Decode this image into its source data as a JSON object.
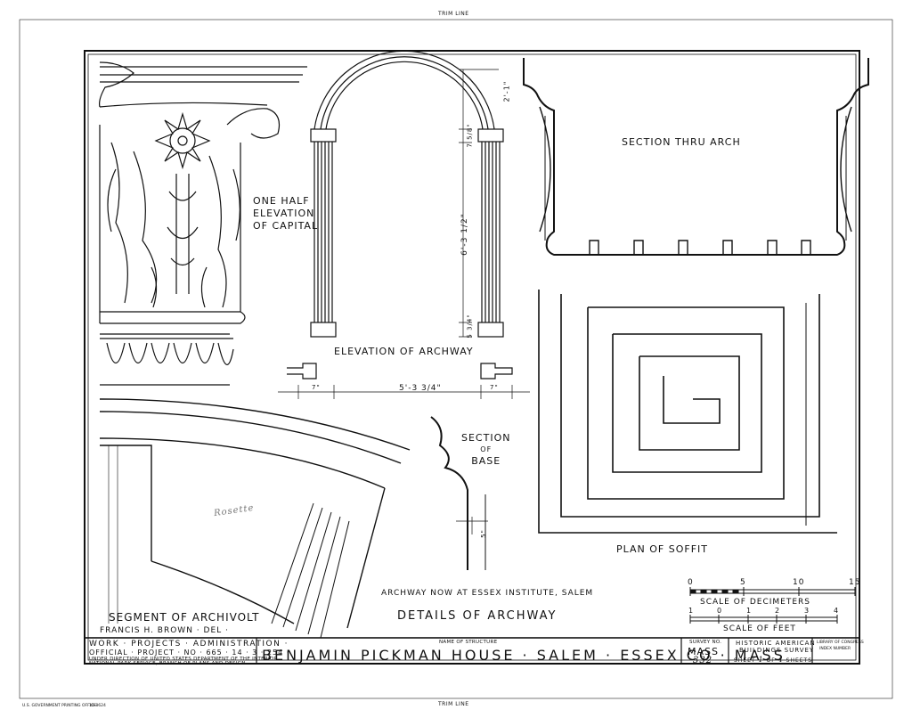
{
  "trim_line": "TRIM LINE",
  "labels": {
    "half_elevation": [
      "ONE HALF",
      "ELEVATION",
      "OF CAPITAL"
    ],
    "elevation_archway": "ELEVATION OF ARCHWAY",
    "section_arch": "SECTION THRU ARCH",
    "section_base": [
      "SECTION",
      "OF",
      "BASE"
    ],
    "plan_soffit": "PLAN OF SOFFIT",
    "segment_archivolt": "SEGMENT OF ARCHIVOLT",
    "rosette_note": "Rosette",
    "archway_location": "ARCHWAY NOW AT ESSEX INSTITUTE, SALEM",
    "details_title": "DETAILS OF ARCHWAY",
    "delineator": "FRANCIS H. BROWN · DEL ·"
  },
  "dimensions": {
    "arch_rise": "2'-1\"",
    "capital_height": "7 5/8\"",
    "shaft_height": "6'-3 1/2\"",
    "base_height": "5 3/4\"",
    "overall_width": "5'-3 3/4\"",
    "left_pier": "7\"",
    "right_pier": "7\"",
    "base_profile": "5\""
  },
  "scales": {
    "decimeters": {
      "label": "SCALE OF DECIMETERS",
      "ticks": [
        "0",
        "5",
        "10",
        "15"
      ]
    },
    "feet": {
      "label": "SCALE OF FEET",
      "ticks": [
        "1",
        "0",
        "1",
        "2",
        "3",
        "4"
      ]
    }
  },
  "title_block": {
    "wpa_line1": "WORK · PROJECTS · ADMINISTRATION ·",
    "wpa_line2": "OFFICIAL · PROJECT · NO · 665 · 14 · 3 · 254 ·",
    "wpa_line3": "UNDER DIRECTION OF UNITED STATES DEPARTMENT OF THE INTERIOR",
    "wpa_line4": "NATIONAL PARK SERVICE, BRANCH OF PLANS AND DESIGN",
    "name_caption": "NAME OF STRUCTURE",
    "structure_name": "BENJAMIN PICKMAN HOUSE · SALEM · ESSEX CO · MASS",
    "survey_caption": "SURVEY NO.",
    "survey_state": "MASS",
    "survey_number": "332",
    "habs_line1": "HISTORIC AMERICAN",
    "habs_line2": "BUILDINGS SURVEY",
    "sheet_word": "SHEET",
    "sheet_no": "1",
    "of_word": "OF",
    "sheet_total": "4",
    "sheets_word": "SHEETS",
    "loc_line1": "LIBRARY OF CONGRESS",
    "loc_line2": "INDEX NUMBER"
  },
  "printer_note": "U.S. GOVERNMENT PRINTING OFFICE",
  "printer_code": "10-8624"
}
